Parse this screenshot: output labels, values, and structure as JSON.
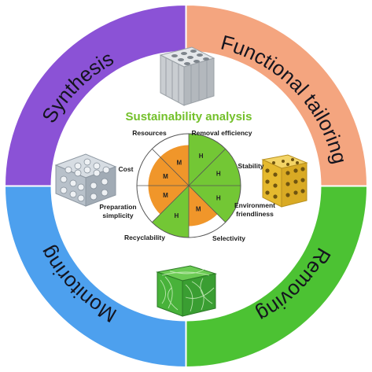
{
  "quadrants": [
    {
      "id": "synthesis",
      "label": "Synthesis",
      "color": "#8B52D6",
      "text_color": "#14141e"
    },
    {
      "id": "functional",
      "label": "Functional  tailoring",
      "color": "#F4A57F",
      "text_color": "#14141e"
    },
    {
      "id": "removing",
      "label": "Removing",
      "color": "#4CC233",
      "text_color": "#14141e"
    },
    {
      "id": "monitoring",
      "label": "Monitoring",
      "color": "#4DA0EE",
      "text_color": "#14141e"
    }
  ],
  "center": {
    "title": "Sustainability analysis",
    "title_color": "#73C02A",
    "criteria": [
      {
        "label": "Removal efficiency",
        "rating": "H",
        "fill": "#73C735"
      },
      {
        "label": "Stability",
        "rating": "H",
        "fill": "#73C735"
      },
      {
        "label": "Environment friendliness",
        "rating": "H",
        "fill": "#73C735"
      },
      {
        "label": "Selectivity",
        "rating": "M",
        "fill": "#F0962A"
      },
      {
        "label": "Recyclability",
        "rating": "H",
        "fill": "#73C735"
      },
      {
        "label": "Preparation simplicity",
        "rating": "M",
        "fill": "#F0962A"
      },
      {
        "label": "Cost",
        "rating": "M",
        "fill": "#F0962A"
      },
      {
        "label": "Resources",
        "rating": "M",
        "fill": "#F0962A"
      }
    ]
  },
  "illustrations": [
    {
      "name": "tubular-monolith-illustration",
      "color": "#C8CCD0"
    },
    {
      "name": "gold-porous-cube-illustration",
      "color": "#E9C23B"
    },
    {
      "name": "green-fiber-cube-illustration",
      "color": "#3FAE3A"
    },
    {
      "name": "silver-lattice-cube-illustration",
      "color": "#AEB8C2"
    }
  ]
}
